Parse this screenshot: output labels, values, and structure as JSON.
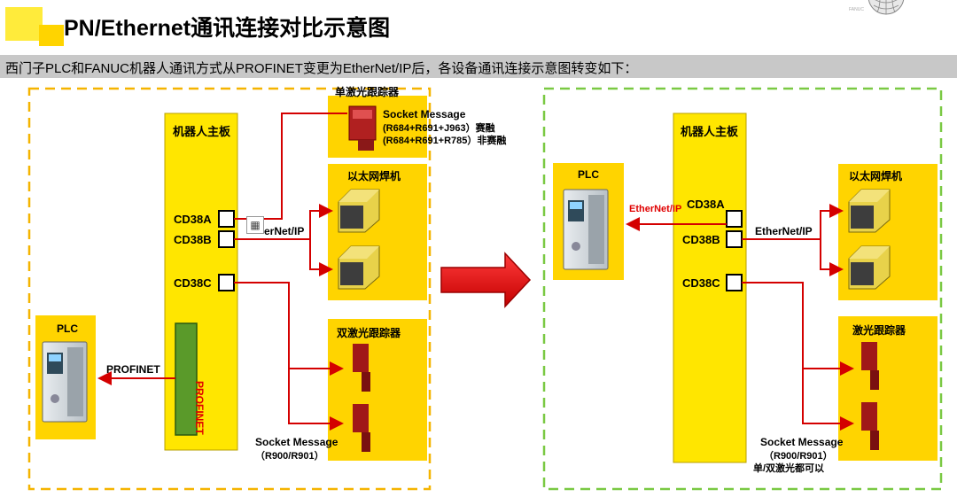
{
  "title": "PN/Ethernet通讯连接对比示意图",
  "subtitle": "西门子PLC和FANUC机器人通讯方式从PROFINET变更为EtherNet/IP后，各设备通讯连接示意图转变如下：",
  "left": {
    "robot_board": "机器人主板",
    "ports": [
      "CD38A",
      "CD38B",
      "CD38C"
    ],
    "plc": "PLC",
    "profinet_link": "PROFINET",
    "profinet_vertical": "PROFINET",
    "single_tracker": "单激光跟踪器",
    "socket_title": "Socket Message",
    "socket_line1": "(R684+R691+J963）赛融",
    "socket_line2": "(R684+R691+R785）非赛融",
    "welder": "以太网焊机",
    "ethernet_ip": "erNet/IP",
    "dual_tracker": "双激光跟踪器",
    "socket2_title": "Socket Message",
    "socket2_line": "（R900/R901）"
  },
  "right": {
    "robot_board": "机器人主板",
    "ports": [
      "CD38A",
      "CD38B",
      "CD38C"
    ],
    "plc": "PLC",
    "ethernet_link": "EtherNet/IP",
    "welder": "以太网焊机",
    "ethernet_ip": "EtherNet/IP",
    "tracker": "激光跟踪器",
    "socket_title": "Socket Message",
    "socket_line": "（R900/R901）",
    "socket_note": "单/双激光都可以"
  },
  "colors": {
    "yellow": "#ffe600",
    "gold": "#ffd400",
    "red": "#d40000",
    "orange_dash": "#f5b400",
    "green_dash": "#7ac943",
    "subtitle_bar": "#c8c8c8"
  },
  "icons": [
    "logo-globe-icon",
    "plc-device-icon",
    "welder-machine-icon",
    "laser-tracker-icon",
    "arrow-right-icon",
    "table-icon"
  ]
}
